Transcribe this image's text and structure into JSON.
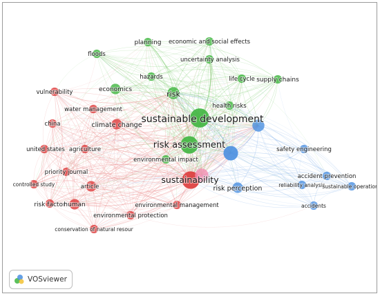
{
  "badge": {
    "label": "VOSviewer",
    "icon": "vosviewer-logo-icon"
  },
  "clusters": [
    {
      "id": "green",
      "color": "#3fb53f",
      "link_color": "#7acb6e"
    },
    {
      "id": "red",
      "color": "#dd3b3b",
      "link_color": "#ea8a8a"
    },
    {
      "id": "blue",
      "color": "#4a8fe0",
      "link_color": "#8fb8ec"
    },
    {
      "id": "pink",
      "color": "#f48fb1",
      "link_color": "#f6b7cb"
    }
  ],
  "nodes": [
    {
      "id": "planning",
      "label": "planning",
      "cluster": "green",
      "weight": 1
    },
    {
      "id": "econsoc",
      "label": "economic and social effects",
      "cluster": "green",
      "weight": 1
    },
    {
      "id": "floods",
      "label": "floods",
      "cluster": "green",
      "weight": 1
    },
    {
      "id": "uncertainty",
      "label": "uncertainty analysis",
      "cluster": "green",
      "weight": 1
    },
    {
      "id": "hazards",
      "label": "hazards",
      "cluster": "green",
      "weight": 1
    },
    {
      "id": "lifecycle",
      "label": "life cycle",
      "cluster": "green",
      "weight": 1
    },
    {
      "id": "supply",
      "label": "supply chains",
      "cluster": "green",
      "weight": 1
    },
    {
      "id": "economics",
      "label": "economics",
      "cluster": "green",
      "weight": 2
    },
    {
      "id": "risk",
      "label": "risk",
      "cluster": "green",
      "weight": 3
    },
    {
      "id": "health",
      "label": "health risks",
      "cluster": "green",
      "weight": 1
    },
    {
      "id": "sustdev",
      "label": "sustainable development",
      "cluster": "green",
      "weight": 10
    },
    {
      "id": "riskass",
      "label": "risk assessment",
      "cluster": "green",
      "weight": 8
    },
    {
      "id": "envimpact",
      "label": "environmental impact",
      "cluster": "green",
      "weight": 1
    },
    {
      "id": "vulnerability",
      "label": "vulnerability",
      "cluster": "red",
      "weight": 1
    },
    {
      "id": "watermgmt",
      "label": "water management",
      "cluster": "red",
      "weight": 1
    },
    {
      "id": "china",
      "label": "china",
      "cluster": "red",
      "weight": 1
    },
    {
      "id": "climate",
      "label": "climate change",
      "cluster": "red",
      "weight": 2
    },
    {
      "id": "us",
      "label": "united states",
      "cluster": "red",
      "weight": 1
    },
    {
      "id": "agriculture",
      "label": "agriculture",
      "cluster": "red",
      "weight": 1
    },
    {
      "id": "priority",
      "label": "priority journal",
      "cluster": "red",
      "weight": 1
    },
    {
      "id": "controlled",
      "label": "controlled study",
      "cluster": "red",
      "weight": 1
    },
    {
      "id": "article",
      "label": "article",
      "cluster": "red",
      "weight": 2
    },
    {
      "id": "sustainability",
      "label": "sustainability",
      "cluster": "red",
      "weight": 8
    },
    {
      "id": "riskfactor",
      "label": "risk factor",
      "cluster": "red",
      "weight": 1
    },
    {
      "id": "human",
      "label": "human",
      "cluster": "red",
      "weight": 2
    },
    {
      "id": "envmgmt",
      "label": "environmental management",
      "cluster": "red",
      "weight": 1
    },
    {
      "id": "envprot",
      "label": "environmental protection",
      "cluster": "red",
      "weight": 1
    },
    {
      "id": "conservation",
      "label": "conservation of natural resour",
      "cluster": "red",
      "weight": 1
    },
    {
      "id": "safety",
      "label": "safety engineering",
      "cluster": "blue",
      "weight": 1
    },
    {
      "id": "accprev",
      "label": "accident prevention",
      "cluster": "blue",
      "weight": 1
    },
    {
      "id": "reliability",
      "label": "reliability analysis",
      "cluster": "blue",
      "weight": 1
    },
    {
      "id": "sustops",
      "label": "sustainable operations",
      "cluster": "blue",
      "weight": 1
    },
    {
      "id": "perception",
      "label": "risk perception",
      "cluster": "blue",
      "weight": 2
    },
    {
      "id": "accidents",
      "label": "accidents",
      "cluster": "blue",
      "weight": 1
    },
    {
      "id": "bhub",
      "label": "",
      "cluster": "blue",
      "weight": 5
    },
    {
      "id": "bhub2",
      "label": "",
      "cluster": "blue",
      "weight": 3
    },
    {
      "id": "phub",
      "label": "",
      "cluster": "pink",
      "weight": 4
    }
  ]
}
